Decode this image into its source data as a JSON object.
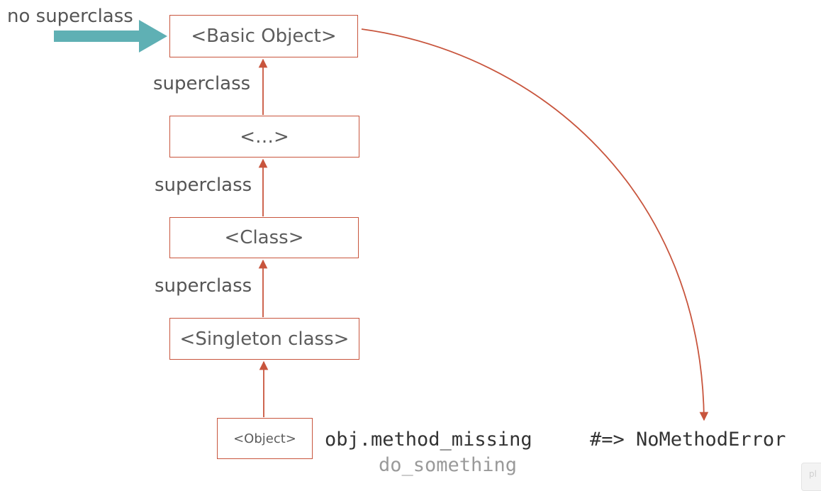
{
  "nodes": {
    "basic_object": "<Basic Object>",
    "ellipsis": "<…>",
    "class": "<Class>",
    "singleton": "<Singleton class>",
    "object": "<Object>"
  },
  "labels": {
    "no_superclass": "no superclass",
    "superclass_1": "superclass",
    "superclass_2": "superclass",
    "superclass_3": "superclass"
  },
  "code": {
    "call": "obj.method_missing",
    "result": "#=> NoMethodError",
    "faded_call": "do_something"
  },
  "corner_tab": "pl",
  "colors": {
    "box_border": "#c8553d",
    "arrow": "#c8553d",
    "highlight_arrow": "#5fb0b4",
    "text": "#555555",
    "code_text": "#333333",
    "faded_code": "#9a9a9a"
  }
}
